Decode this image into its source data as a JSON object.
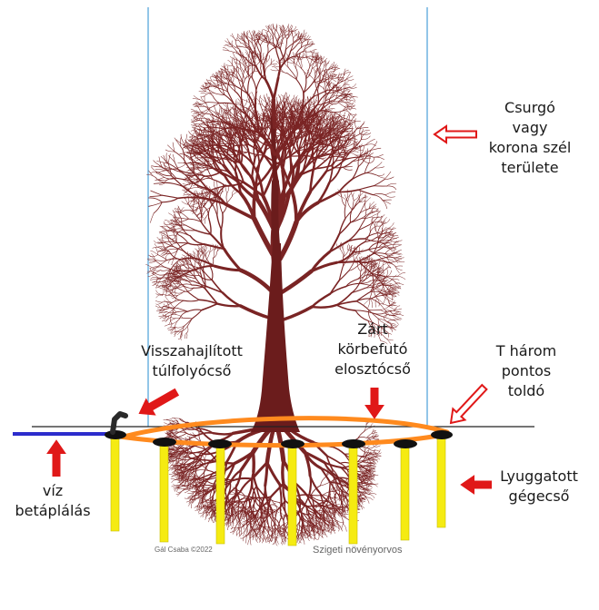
{
  "labels": {
    "canopy_edge": "Csurgó\nvagy\nkorona szél\nterülete",
    "overflow_pipe": "Visszahajlított\ntúlfolyócső",
    "ring_pipe": "Zárt\nkörbefutó\nelosztócső",
    "t_joint": "T három\npontos\ntoldó",
    "water_feed": "víz\nbetáplálás",
    "perforated_pipe": "Lyuggatott\ngégecső"
  },
  "credits": {
    "left": "Gál Csaba ©2022",
    "right": "Szigeti növényorvos"
  },
  "colors": {
    "trunk": "#6b1c1c",
    "branch": "#7a2424",
    "canopy_line": "#4a9fd8",
    "ground": "#222222",
    "feed_pipe": "#2c2ccc",
    "ring_pipe": "#ff8a1e",
    "connector": "#111111",
    "vertical_pipe": "#f5eb12",
    "arrow": "#e01818"
  }
}
